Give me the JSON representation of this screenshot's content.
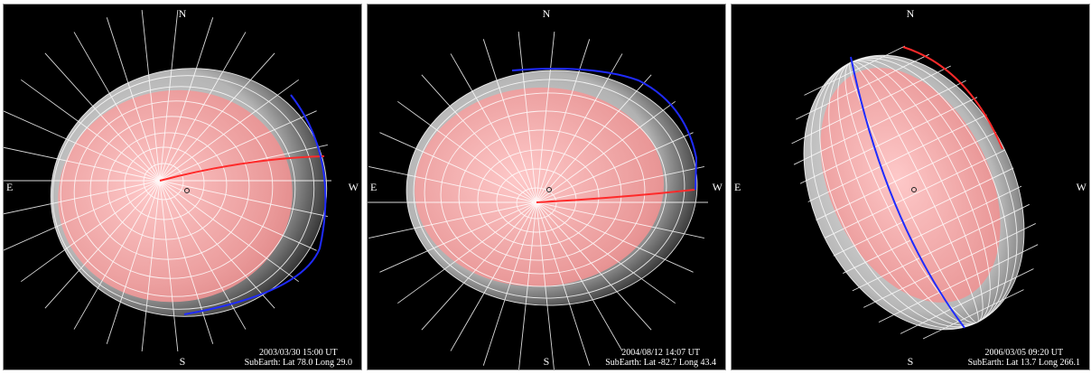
{
  "panels": [
    {
      "north": "N",
      "south": "S",
      "east": "E",
      "west": "W",
      "date": "2003/03/30 15:00 UT",
      "subearth": "SubEarth: Lat 78.0 Long 29.0"
    },
    {
      "north": "N",
      "south": "S",
      "east": "E",
      "west": "W",
      "date": "2004/08/12 14:07 UT",
      "subearth": "SubEarth: Lat -82.7 Long 43.4"
    },
    {
      "north": "N",
      "south": "S",
      "east": "E",
      "west": "W",
      "date": "2006/03/05 09:20 UT",
      "subearth": "SubEarth: Lat 13.7 Long 266.1"
    }
  ],
  "colors": {
    "background": "#000000",
    "outer_shell": "#c6c6c6",
    "inner_body": "#ff9a9a",
    "grid": "#ffffff",
    "meridian_highlight": "#ff2a2a",
    "limb_highlight": "#1f2bff"
  }
}
